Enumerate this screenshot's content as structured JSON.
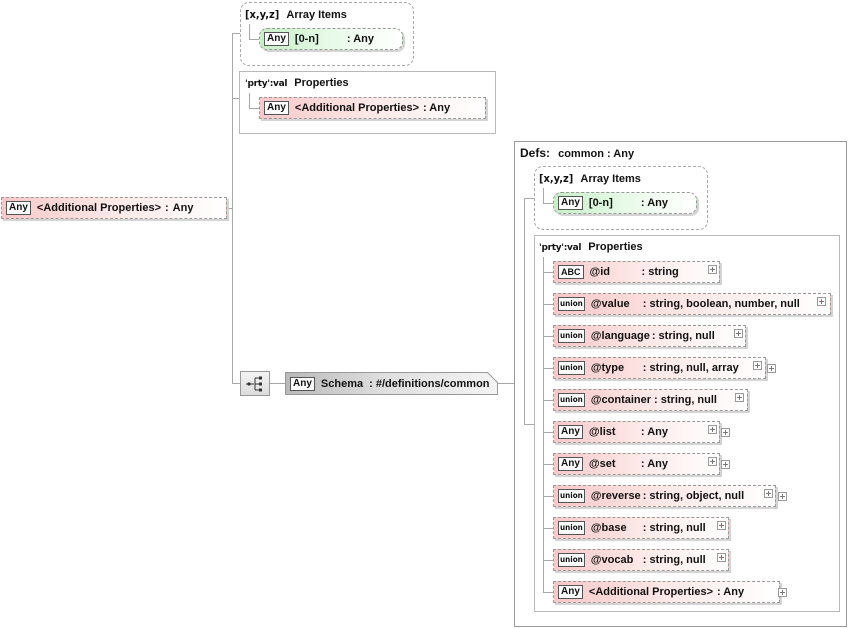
{
  "root": {
    "badge": "Any",
    "label": "<Additional Properties>",
    "sep": ":",
    "type": "Any"
  },
  "top_array": {
    "symbol": "[x,y,z]",
    "title": "Array Items",
    "item": {
      "badge": "Any",
      "label": "[0-n]",
      "type": ": Any"
    }
  },
  "top_props": {
    "symbol": "'prty':val",
    "title": "Properties",
    "item": {
      "badge": "Any",
      "label": "<Additional Properties>",
      "type": ": Any"
    }
  },
  "schema_node": {
    "badge": "Any",
    "label": "Schema",
    "type": ": #/definitions/common"
  },
  "defs": {
    "prefix": "Defs:",
    "title": "common : Any",
    "array": {
      "symbol": "[x,y,z]",
      "title": "Array Items",
      "item": {
        "badge": "Any",
        "label": "[0-n]",
        "type": ": Any"
      }
    },
    "props": {
      "symbol": "'prty':val",
      "title": "Properties",
      "items": [
        {
          "badge": "ABC",
          "label": "@id",
          "type": ": string"
        },
        {
          "badge": "union",
          "label": "@value",
          "type": ": string, boolean, number, null"
        },
        {
          "badge": "union",
          "label": "@language",
          "type": ": string, null"
        },
        {
          "badge": "union",
          "label": "@type",
          "type": ": string, null, array"
        },
        {
          "badge": "union",
          "label": "@container",
          "type": ": string, null"
        },
        {
          "badge": "Any",
          "label": "@list",
          "type": ": Any"
        },
        {
          "badge": "Any",
          "label": "@set",
          "type": ": Any"
        },
        {
          "badge": "union",
          "label": "@reverse",
          "type": ": string, object, null"
        },
        {
          "badge": "union",
          "label": "@base",
          "type": ": string, null"
        },
        {
          "badge": "union",
          "label": "@vocab",
          "type": ": string, null"
        },
        {
          "badge": "Any",
          "label": "<Additional Properties>",
          "type": ": Any"
        }
      ]
    }
  }
}
